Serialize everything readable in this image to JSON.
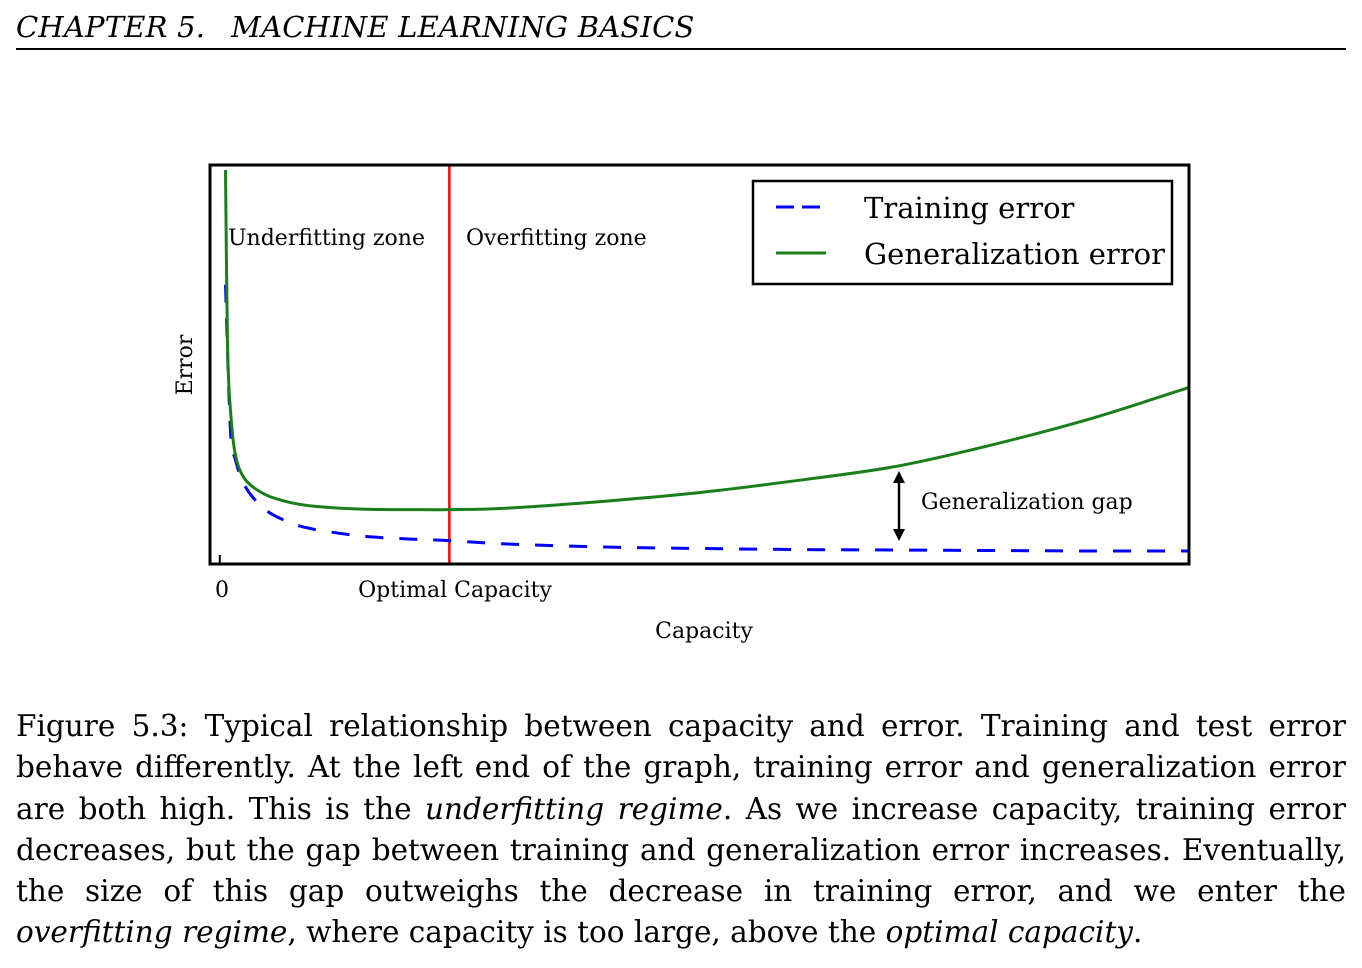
{
  "header": {
    "chapter": "CHAPTER 5.",
    "title": "MACHINE LEARNING BASICS"
  },
  "figure": {
    "zones": {
      "underfitting": "Underfitting zone",
      "overfitting": "Overfitting zone"
    },
    "annotations": {
      "generalization_gap": "Generalization gap",
      "optimal_capacity": "Optimal Capacity"
    }
  },
  "chart_data": {
    "type": "line",
    "xlabel": "Capacity",
    "ylabel": "Error",
    "x_tick_labels": [
      "0"
    ],
    "xlim": [
      0,
      10
    ],
    "ylim": [
      0,
      4
    ],
    "legend": {
      "placement": "top-right"
    },
    "grid": false,
    "optimal_capacity_x": 2.4,
    "gap_annotation_x": 7.0,
    "series": [
      {
        "name": "Training error",
        "style": "dashed",
        "color": "#0000ff",
        "x": [
          0.1,
          0.15,
          0.2,
          0.3,
          0.5,
          0.75,
          1.0,
          1.5,
          2.0,
          2.4,
          3.0,
          4.0,
          5.0,
          6.0,
          7.0,
          8.0,
          9.0,
          10.0
        ],
        "y": [
          2.8,
          1.35,
          1.05,
          0.78,
          0.55,
          0.42,
          0.35,
          0.28,
          0.25,
          0.235,
          0.2,
          0.17,
          0.155,
          0.145,
          0.14,
          0.135,
          0.13,
          0.13
        ]
      },
      {
        "name": "Generalization error",
        "style": "solid",
        "color": "#1a7f1a",
        "x": [
          0.1,
          0.12,
          0.15,
          0.2,
          0.3,
          0.5,
          0.75,
          1.0,
          1.5,
          2.0,
          2.4,
          3.0,
          4.0,
          5.0,
          6.0,
          7.0,
          8.0,
          9.0,
          10.0
        ],
        "y": [
          3.95,
          2.2,
          1.55,
          1.1,
          0.85,
          0.7,
          0.62,
          0.58,
          0.55,
          0.545,
          0.545,
          0.56,
          0.63,
          0.72,
          0.84,
          0.98,
          1.2,
          1.46,
          1.77
        ]
      }
    ]
  },
  "caption": {
    "label": "Figure 5.3:",
    "part1": "Typical relationship between capacity and error. Training and test error behave differently. At the left end of the graph, training error and generalization error are both high. This is the",
    "term1": "underfitting regime",
    "part2": ". As we increase capacity, training error decreases, but the gap between training and generalization error increases. Eventually, the size of this gap outweighs the decrease in training error, and we enter the",
    "term2": "overfitting regime",
    "part3": ", where capacity is too large, above the",
    "term3": "optimal capacity",
    "part4": "."
  }
}
